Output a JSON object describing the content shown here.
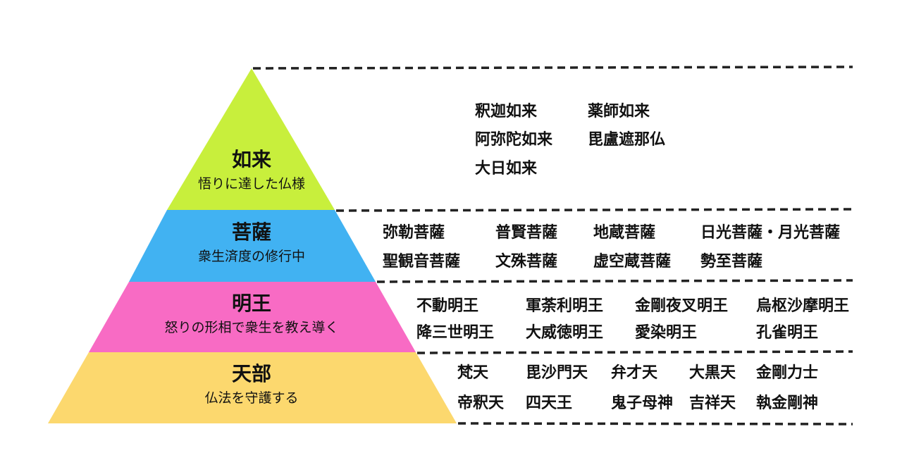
{
  "colors": {
    "nyorai": "#c8ef3c",
    "bosatsu": "#41b2f2",
    "myoo": "#f86bc4",
    "tenbu": "#fcd86e",
    "divider": "#222222"
  },
  "tiers": [
    {
      "title": "如来",
      "subtitle": "悟りに達した仏様",
      "items": [
        "釈迦如来",
        "薬師如来",
        "阿弥陀如来",
        "毘盧遮那仏",
        "大日如来"
      ]
    },
    {
      "title": "菩薩",
      "subtitle": "衆生済度の修行中",
      "items": [
        "弥勒菩薩",
        "普賢菩薩",
        "地蔵菩薩",
        "日光菩薩・月光菩薩",
        "聖観音菩薩",
        "文殊菩薩",
        "虚空蔵菩薩",
        "勢至菩薩"
      ]
    },
    {
      "title": "明王",
      "subtitle": "怒りの形相で衆生を教え導く",
      "items": [
        "不動明王",
        "軍荼利明王",
        "金剛夜叉明王",
        "烏枢沙摩明王",
        "降三世明王",
        "大威徳明王",
        "愛染明王",
        "孔雀明王"
      ]
    },
    {
      "title": "天部",
      "subtitle": "仏法を守護する",
      "items": [
        "梵天",
        "毘沙門天",
        "弁才天",
        "大黒天",
        "金剛力士",
        "帝釈天",
        "四天王",
        "鬼子母神",
        "吉祥天",
        "執金剛神"
      ]
    }
  ]
}
